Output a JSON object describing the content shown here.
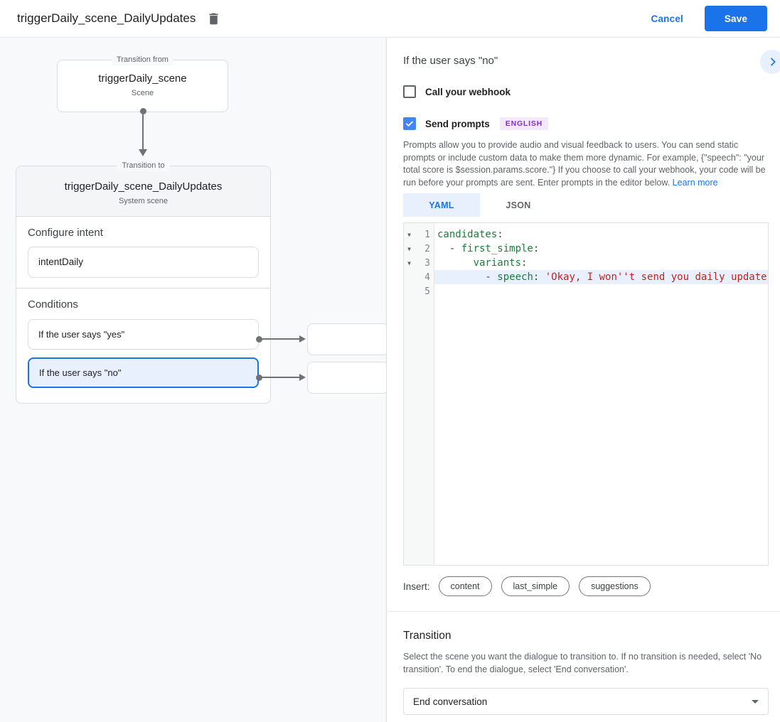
{
  "header": {
    "title": "triggerDaily_scene_DailyUpdates",
    "cancel_label": "Cancel",
    "save_label": "Save"
  },
  "canvas": {
    "transition_from": {
      "legend": "Transition from",
      "title": "triggerDaily_scene",
      "subtitle": "Scene"
    },
    "transition_to": {
      "legend": "Transition to",
      "title": "triggerDaily_scene_DailyUpdates",
      "subtitle": "System scene",
      "configure_intent": {
        "label": "Configure intent",
        "value": "intentDaily"
      },
      "conditions": {
        "label": "Conditions",
        "items": [
          {
            "label": "If the user says \"yes\"",
            "selected": false
          },
          {
            "label": "If the user says \"no\"",
            "selected": true
          }
        ]
      }
    }
  },
  "panel": {
    "title": "If the user says \"no\"",
    "webhook_checkbox": {
      "label": "Call your webhook",
      "checked": false
    },
    "prompts_checkbox": {
      "label": "Send prompts",
      "checked": true,
      "badge": "ENGLISH"
    },
    "description": "Prompts allow you to provide audio and visual feedback to users. You can send static prompts or include custom data to make them more dynamic. For example, {\"speech\": \"your total score is $session.params.score.\"} If you choose to call your webhook, your code will be run before your prompts are sent. Enter prompts in the editor below. ",
    "learn_more_label": "Learn more",
    "tabs": [
      {
        "label": "YAML",
        "active": true
      },
      {
        "label": "JSON",
        "active": false
      }
    ],
    "editor": {
      "lines": [
        {
          "number": "1",
          "fold": true,
          "highlighted": false,
          "segments": [
            {
              "text": "candidates",
              "type": "key"
            },
            {
              "text": ":",
              "type": "plain"
            }
          ]
        },
        {
          "number": "2",
          "fold": true,
          "highlighted": false,
          "segments": [
            {
              "text": "  - ",
              "type": "plain"
            },
            {
              "text": "first_simple",
              "type": "key"
            },
            {
              "text": ":",
              "type": "plain"
            }
          ]
        },
        {
          "number": "3",
          "fold": true,
          "highlighted": false,
          "segments": [
            {
              "text": "      ",
              "type": "plain"
            },
            {
              "text": "variants",
              "type": "key"
            },
            {
              "text": ":",
              "type": "plain"
            }
          ]
        },
        {
          "number": "4",
          "fold": false,
          "highlighted": true,
          "segments": [
            {
              "text": "        - ",
              "type": "plain"
            },
            {
              "text": "speech",
              "type": "key"
            },
            {
              "text": ": ",
              "type": "plain"
            },
            {
              "text": "'Okay, I won''t send you daily update",
              "type": "string"
            }
          ]
        },
        {
          "number": "5",
          "fold": false,
          "highlighted": false,
          "segments": []
        }
      ]
    },
    "insert": {
      "label": "Insert:",
      "chips": [
        "content",
        "last_simple",
        "suggestions"
      ]
    },
    "transition": {
      "title": "Transition",
      "description": "Select the scene you want the dialogue to transition to. If no transition is needed, select 'No transition'. To end the dialogue, select 'End conversation'.",
      "dropdown_value": "End conversation"
    }
  },
  "colors": {
    "accent": "#1a73e8",
    "selection_bg": "#e8f0fe",
    "checkbox_checked": "#4285f4",
    "badge_bg": "#f3e8fd",
    "badge_text": "#8430ce",
    "code_key": "#188038",
    "code_string": "#c5221f",
    "canvas_bg": "#f8f9fa"
  }
}
